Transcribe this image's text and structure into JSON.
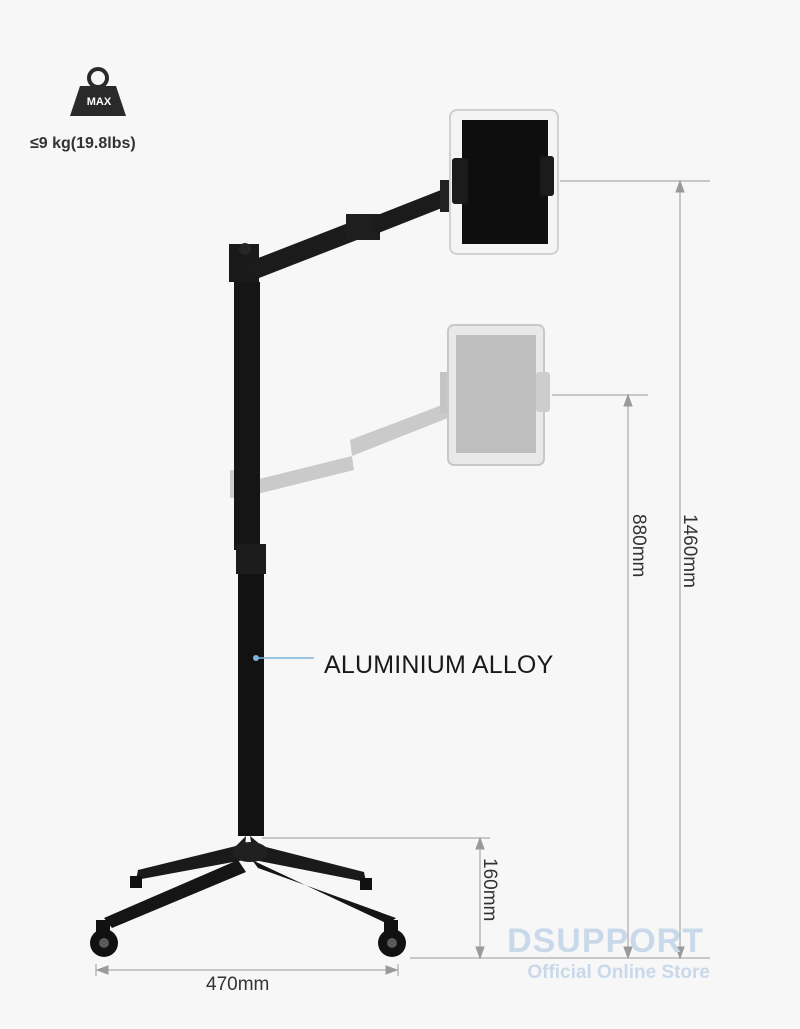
{
  "load": {
    "badge": "MAX",
    "limit": "≤9 kg(19.8lbs)",
    "icon": "weight-icon"
  },
  "material": {
    "label": "ALUMINIUM ALLOY"
  },
  "dimensions": {
    "max_height": "1460mm",
    "min_height": "880mm",
    "base_height": "160mm",
    "base_width": "470mm"
  },
  "watermark": {
    "brand": "DSUPPORT",
    "subtitle": "Official Online Store"
  },
  "colors": {
    "pole": "#141414",
    "accent_line": "#7ab6dc",
    "dim_line": "#9a9a9a",
    "ghost": "#bdbdbd",
    "watermark": "#c9d9ea"
  }
}
